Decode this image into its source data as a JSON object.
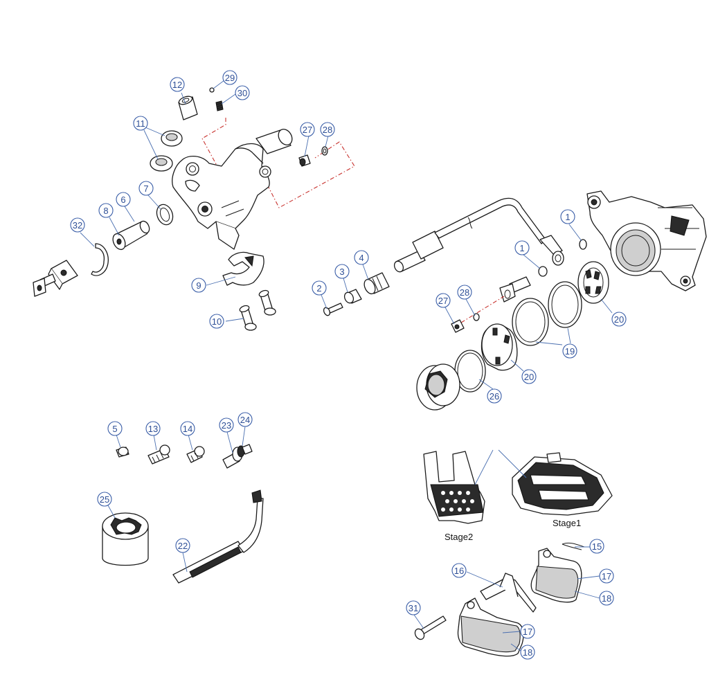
{
  "callouts": [
    {
      "id": "c12",
      "label": "12"
    },
    {
      "id": "c29",
      "label": "29"
    },
    {
      "id": "c30",
      "label": "30"
    },
    {
      "id": "c11",
      "label": "11"
    },
    {
      "id": "c27a",
      "label": "27"
    },
    {
      "id": "c28a",
      "label": "28"
    },
    {
      "id": "c7",
      "label": "7"
    },
    {
      "id": "c6",
      "label": "6"
    },
    {
      "id": "c8",
      "label": "8"
    },
    {
      "id": "c32",
      "label": "32"
    },
    {
      "id": "c9",
      "label": "9"
    },
    {
      "id": "c10",
      "label": "10"
    },
    {
      "id": "c2",
      "label": "2"
    },
    {
      "id": "c3",
      "label": "3"
    },
    {
      "id": "c4",
      "label": "4"
    },
    {
      "id": "c1a",
      "label": "1"
    },
    {
      "id": "c1b",
      "label": "1"
    },
    {
      "id": "c27b",
      "label": "27"
    },
    {
      "id": "c28b",
      "label": "28"
    },
    {
      "id": "c20a",
      "label": "20"
    },
    {
      "id": "c19",
      "label": "19"
    },
    {
      "id": "c20b",
      "label": "20"
    },
    {
      "id": "c26",
      "label": "26"
    },
    {
      "id": "c5",
      "label": "5"
    },
    {
      "id": "c13",
      "label": "13"
    },
    {
      "id": "c14",
      "label": "14"
    },
    {
      "id": "c23",
      "label": "23"
    },
    {
      "id": "c24",
      "label": "24"
    },
    {
      "id": "c25",
      "label": "25"
    },
    {
      "id": "c22",
      "label": "22"
    },
    {
      "id": "c15",
      "label": "15"
    },
    {
      "id": "c16",
      "label": "16"
    },
    {
      "id": "c17a",
      "label": "17"
    },
    {
      "id": "c18a",
      "label": "18"
    },
    {
      "id": "c31",
      "label": "31"
    },
    {
      "id": "c17b",
      "label": "17"
    },
    {
      "id": "c18b",
      "label": "18"
    }
  ],
  "captions": {
    "stage2": "Stage2",
    "stage1": "Stage1"
  }
}
